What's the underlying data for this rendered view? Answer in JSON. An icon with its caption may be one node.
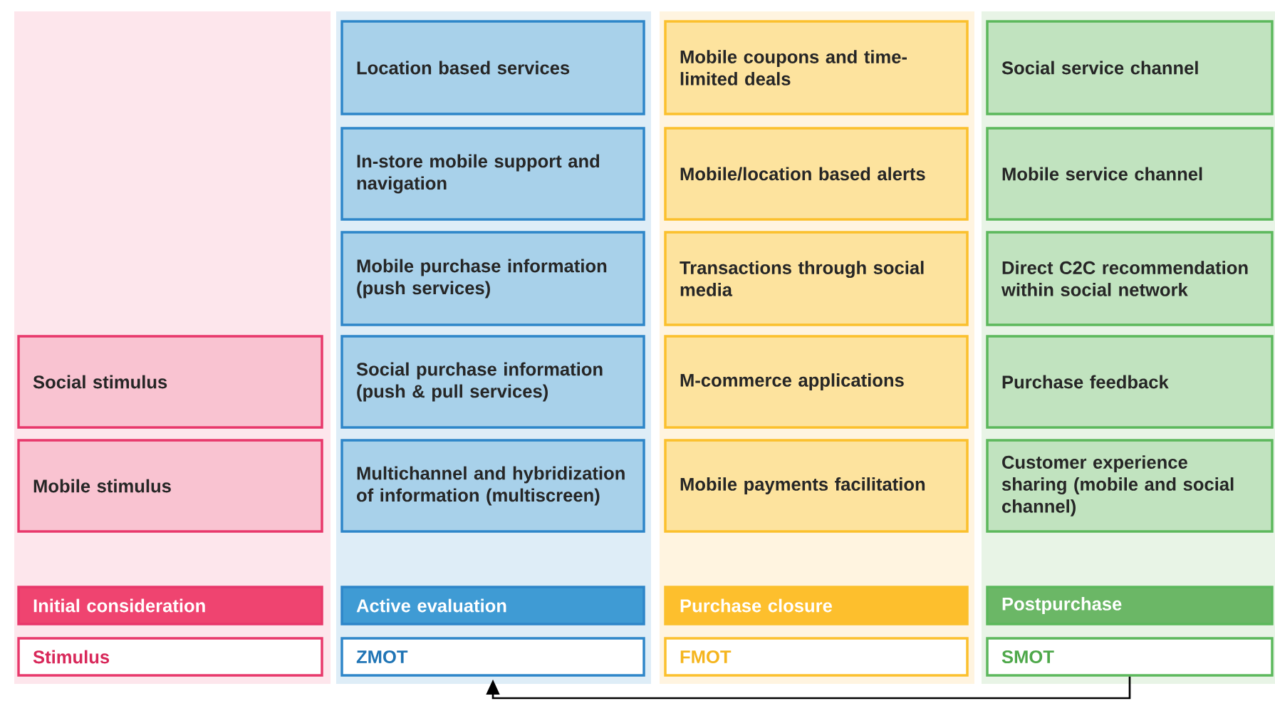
{
  "diagram": {
    "nodes": [
      {
        "text": [
          "Social stimulus"
        ]
      },
      {
        "text": [
          "Mobile stimulus"
        ]
      },
      {
        "text": [
          "Initial consideration"
        ]
      },
      {
        "text": [
          "Stimulus"
        ]
      },
      {
        "text": [
          "Location based services"
        ]
      },
      {
        "text": [
          "In-store mobile support and navigation"
        ]
      },
      {
        "text": [
          "Mobile purchase information (push services)"
        ]
      },
      {
        "text": [
          "Social purchase information (push & pull services)"
        ]
      },
      {
        "text": [
          "Multichannel and hybridization of information (multiscreen)"
        ]
      },
      {
        "text": [
          "Active evaluation"
        ]
      },
      {
        "text": [
          "ZMOT"
        ]
      },
      {
        "text": [
          "Mobile coupons and time-limited deals"
        ]
      },
      {
        "text": [
          "Mobile/location based alerts"
        ]
      },
      {
        "text": [
          "Transactions through social media"
        ]
      },
      {
        "text": [
          "M-commerce applications"
        ]
      },
      {
        "text": [
          "Mobile payments facilitation"
        ]
      },
      {
        "text": [
          "Purchase closure"
        ]
      },
      {
        "text": [
          "FMOT"
        ]
      },
      {
        "text": [
          "Social service channel"
        ]
      },
      {
        "text": [
          "Mobile service channel"
        ]
      },
      {
        "text": [
          "Direct C2C recommendation within social network"
        ]
      },
      {
        "text": [
          "Purchase feedback"
        ]
      },
      {
        "text": [
          "Customer experience sharing (mobile and social channel)"
        ]
      },
      {
        "text": [
          "Postpurchase"
        ]
      },
      {
        "text": [
          "SMOT"
        ]
      }
    ],
    "edges": [
      {
        "from": 24,
        "to": 10,
        "arrow": "to"
      }
    ]
  }
}
